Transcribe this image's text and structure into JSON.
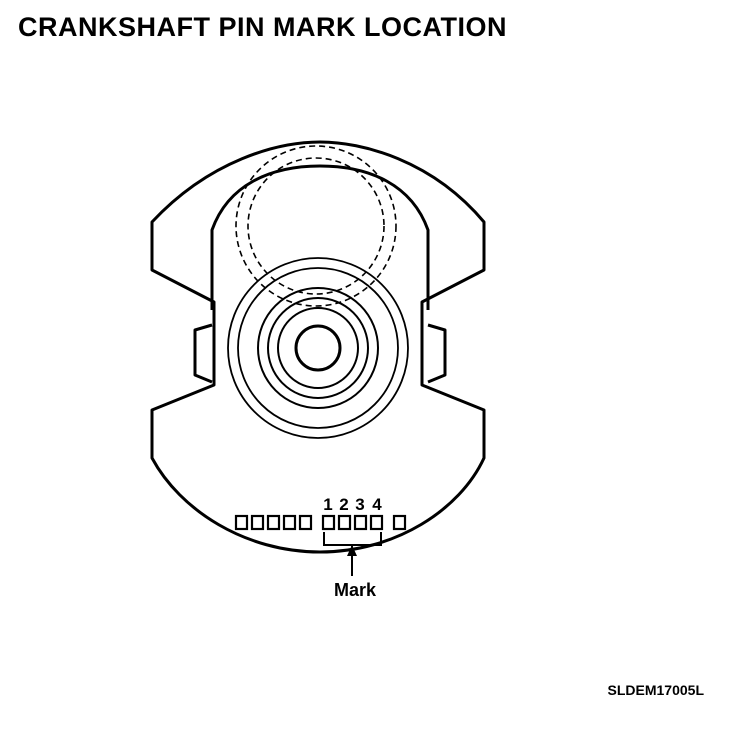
{
  "title": "CRANKSHAFT PIN MARK LOCATION",
  "diagram": {
    "pin_numbers": [
      "1",
      "2",
      "3",
      "4"
    ],
    "mark_label": "Mark",
    "figure_code": "SLDEM17005L"
  }
}
